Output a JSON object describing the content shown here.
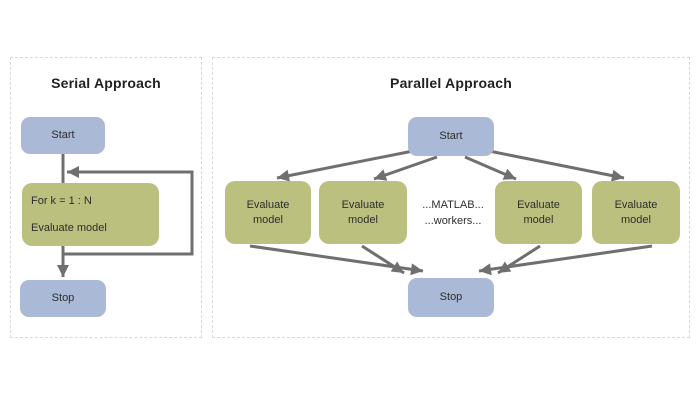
{
  "serial": {
    "title": "Serial Approach",
    "start_label": "Start",
    "loop_box": {
      "line1": "For k = 1 : N",
      "line2": "Evaluate model"
    },
    "stop_label": "Stop"
  },
  "parallel": {
    "title": "Parallel Approach",
    "start_label": "Start",
    "eval_boxes": [
      {
        "line1": "Evaluate",
        "line2": "model"
      },
      {
        "line1": "Evaluate",
        "line2": "model"
      },
      {
        "line1": "Evaluate",
        "line2": "model"
      },
      {
        "line1": "Evaluate",
        "line2": "model"
      }
    ],
    "workers_text": {
      "line1": "...MATLAB...",
      "line2": "...workers..."
    },
    "stop_label": "Stop"
  },
  "colors": {
    "node_blue": "#a9b9d6",
    "node_green": "#bbc07e",
    "arrow_gray": "#6f6f6f",
    "panel_border": "#d9d9d9",
    "text": "#2e2e2e"
  }
}
